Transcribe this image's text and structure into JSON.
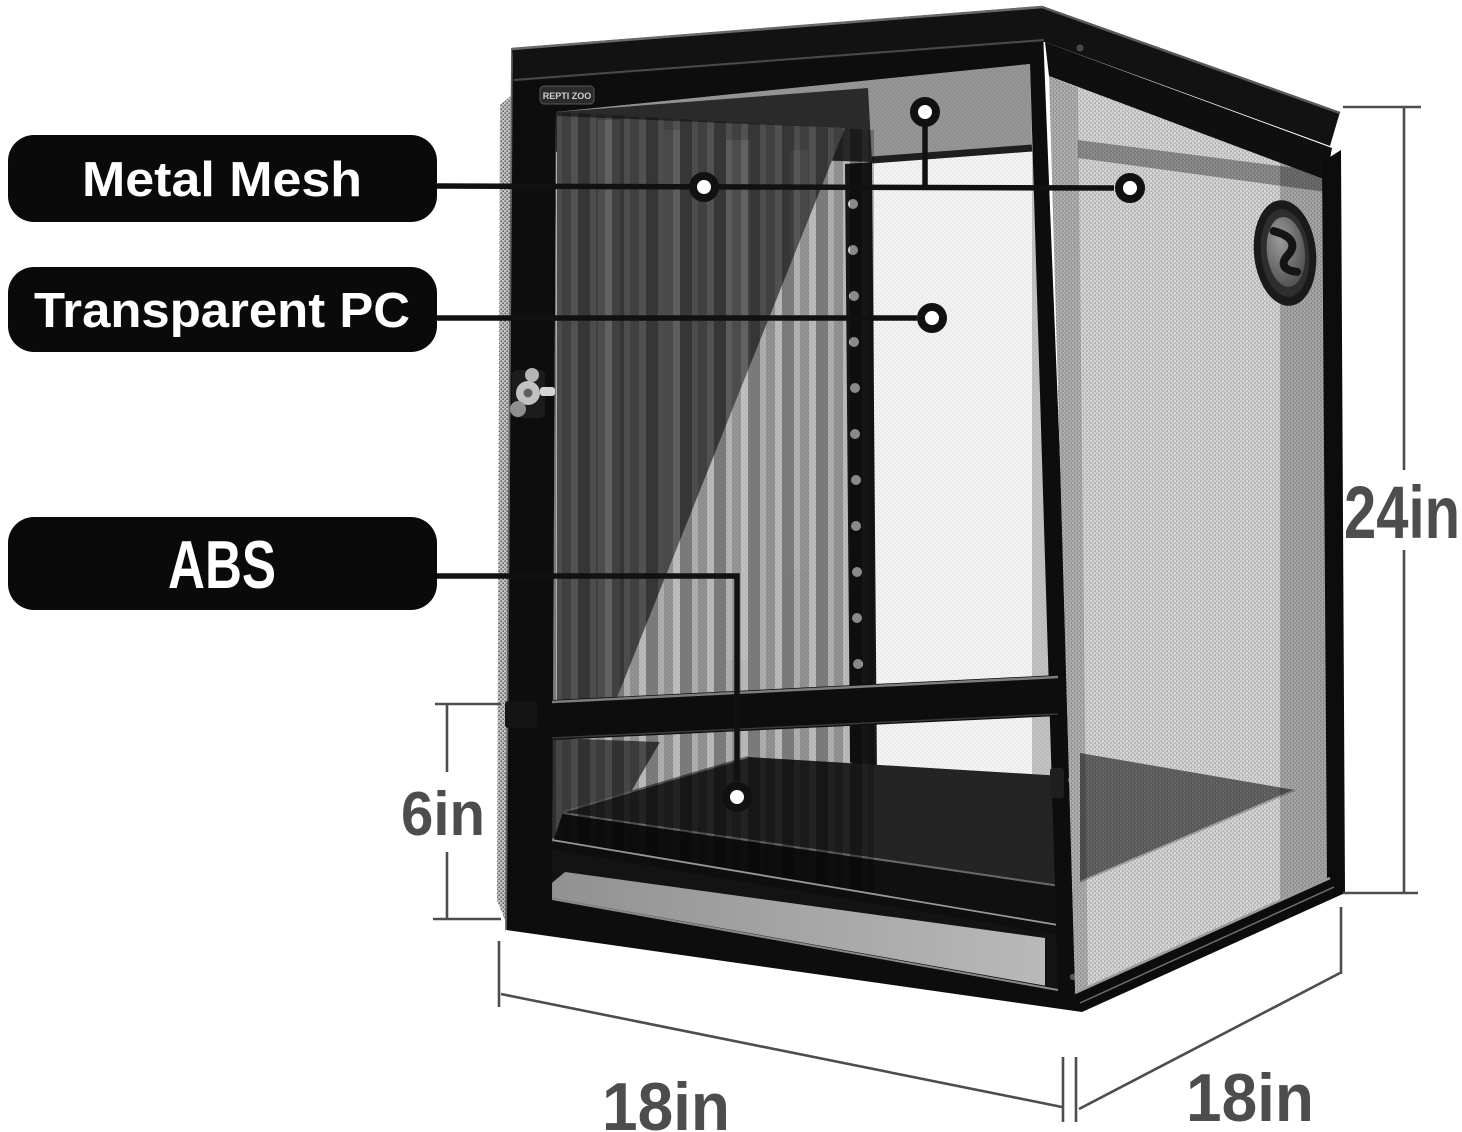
{
  "brand": "REPTI ZOO",
  "callouts": {
    "metal_mesh": "Metal Mesh",
    "transparent_pc": "Transparent PC",
    "abs": "ABS"
  },
  "dimensions": {
    "height": "24in",
    "lower_panel_height": "6in",
    "width": "18in",
    "depth": "18in"
  },
  "colors": {
    "label_bg": "#0a0a0a",
    "label_text": "#ffffff",
    "dimension_gray": "#4d4d4d",
    "callout_line": "#111111",
    "frame_black": "#0d0d0d"
  }
}
